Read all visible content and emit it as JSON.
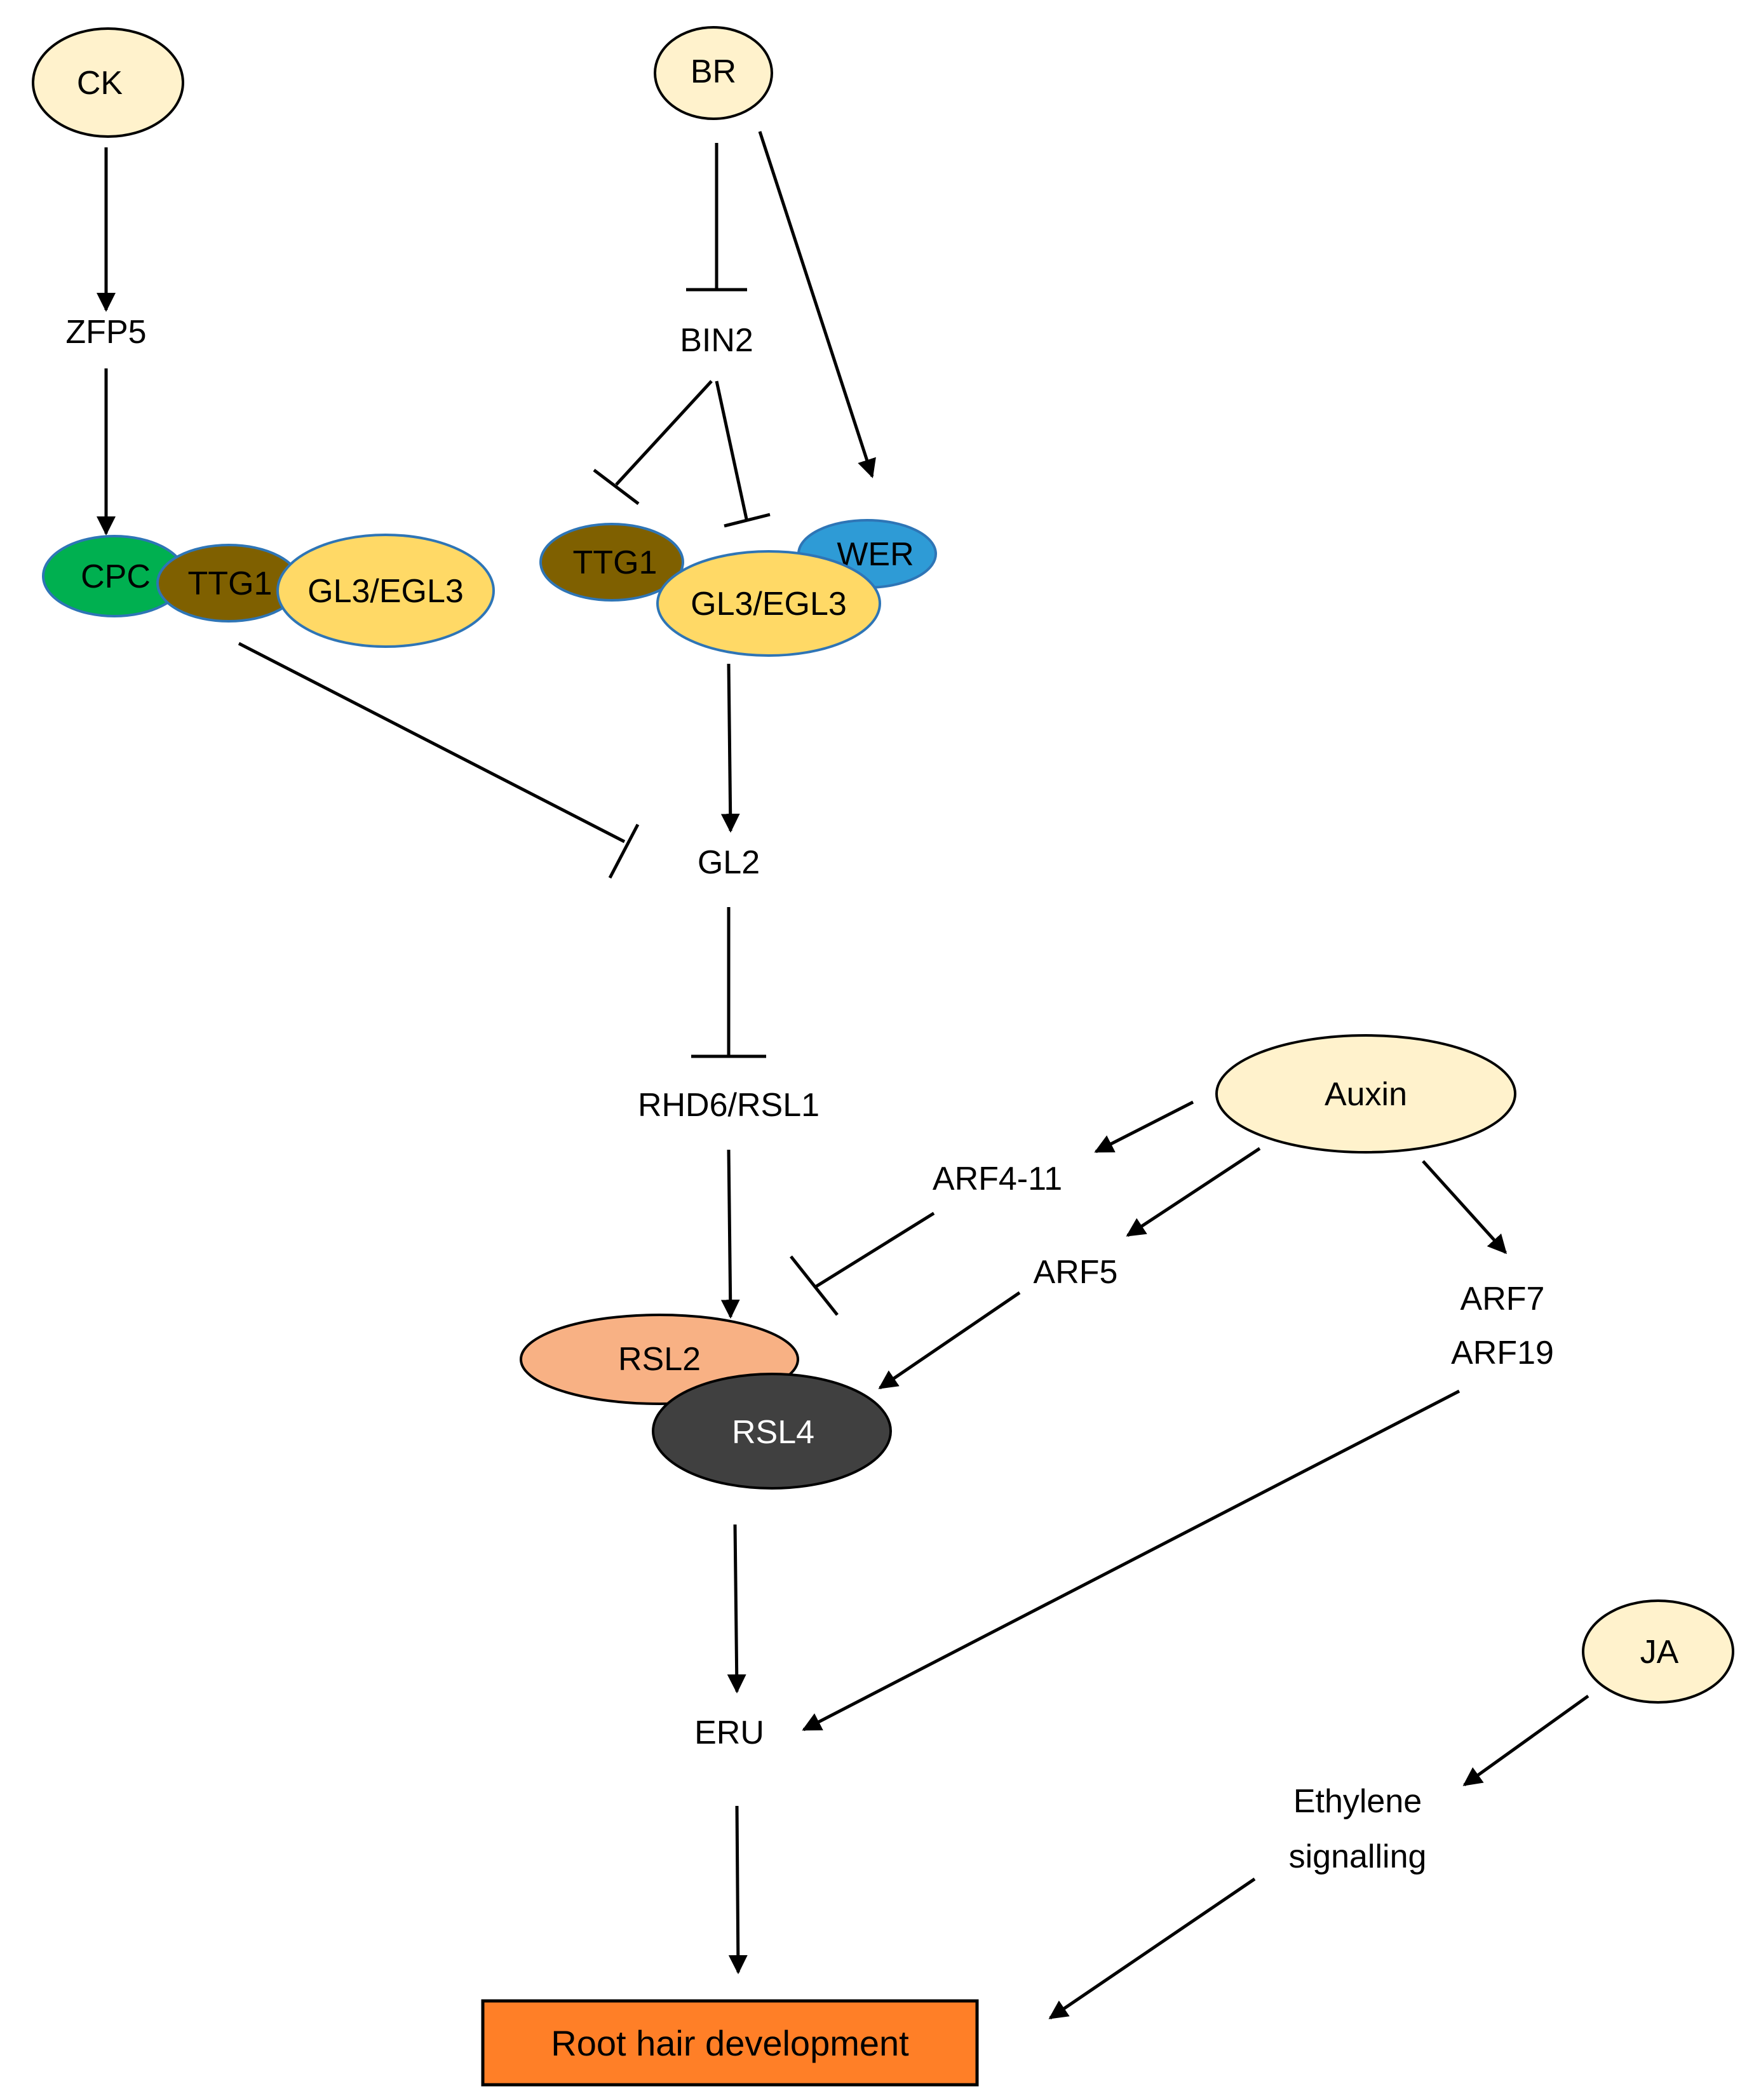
{
  "nodes": {
    "ck": "CK",
    "br": "BR",
    "zfp5": "ZFP5",
    "bin2": "BIN2",
    "cpc": "CPC",
    "ttg1_left": "TTG1",
    "gl3_left": "GL3/EGL3",
    "ttg1_right": "TTG1",
    "wer": "WER",
    "gl3_right": "GL3/EGL3",
    "gl2": "GL2",
    "rhd6": "RHD6/RSL1",
    "auxin": "Auxin",
    "arf4_11": "ARF4-11",
    "arf5": "ARF5",
    "arf7": "ARF7",
    "arf19": "ARF19",
    "rsl2": "RSL2",
    "rsl4": "RSL4",
    "eru": "ERU",
    "ja": "JA",
    "ethylene_1": "Ethylene",
    "ethylene_2": "signalling",
    "root_hair": "Root hair development"
  },
  "colors": {
    "hormone_fill": "#FFF2CC",
    "cpc_fill": "#00B050",
    "ttg1_fill": "#7F6000",
    "gl3_fill": "#FFD966",
    "wer_fill": "#2E9BD6",
    "rsl2_fill": "#F8B184",
    "rsl4_fill": "#404040",
    "root_hair_fill": "#FF7F27",
    "node_stroke": "#2E75B6",
    "line": "#000000"
  }
}
